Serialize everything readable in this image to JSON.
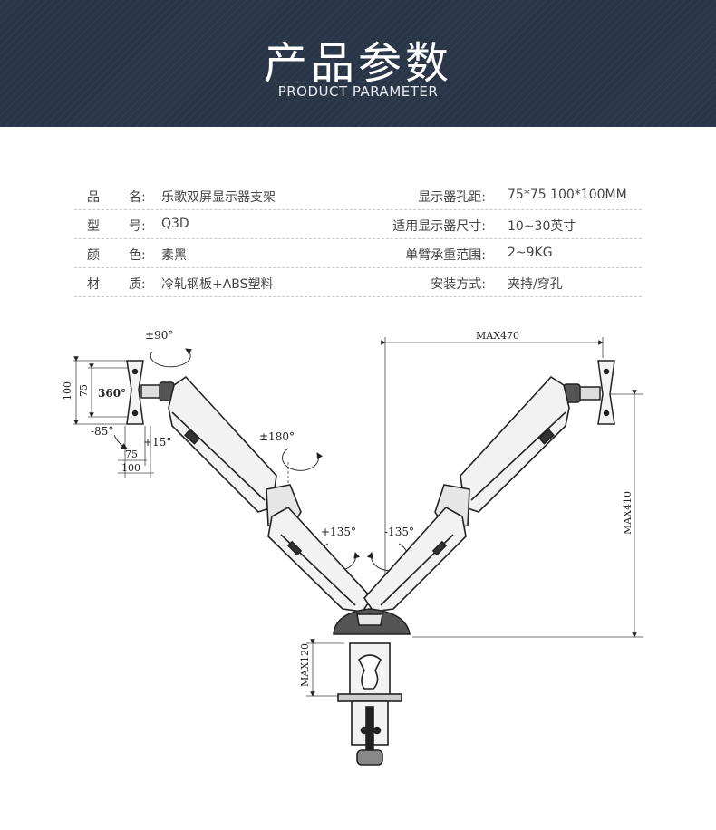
{
  "header": {
    "title": "产品参数",
    "subtitle": "PRODUCT PARAMETER"
  },
  "specs": [
    {
      "label": "品",
      "label2": "名:",
      "value": "乐歌双屏显示器支架",
      "label_right": "显示器孔距:",
      "value_right": "75*75 100*100MM"
    },
    {
      "label": "型",
      "label2": "号:",
      "value": "Q3D",
      "label_right": "适用显示器尺寸:",
      "value_right": "10~30英寸"
    },
    {
      "label": "颜",
      "label2": "色:",
      "value": "素黑",
      "label_right": "单臂承重范围:",
      "value_right": "2~9KG"
    },
    {
      "label": "材",
      "label2": "质:",
      "value": "冷轧钢板+ABS塑料",
      "label_right": "安装方式:",
      "value_right": "夹持/穿孔"
    }
  ],
  "diagram": {
    "tilt": "±90°",
    "rotate": "360°",
    "dim_100": "100",
    "dim_75": "75",
    "angle_neg85": "-85°",
    "angle_pos15": "+15°",
    "dim_75_bottom": "75",
    "dim_100_bottom": "100",
    "swivel": "±180°",
    "arm_left": "+135°",
    "arm_right": "-135°",
    "max_width": "MAX470",
    "max_height": "MAX410",
    "max_clamp": "MAX120"
  }
}
